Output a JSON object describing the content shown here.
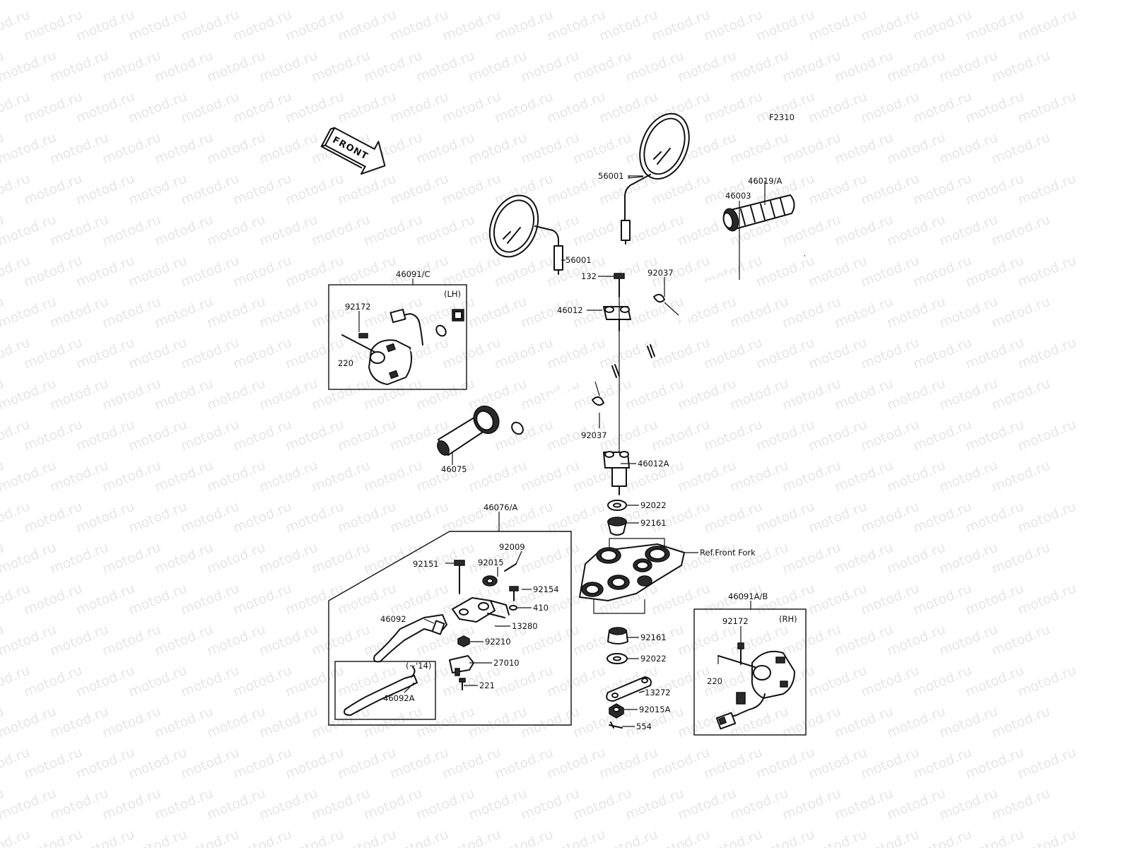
{
  "diagram_code": "F2310",
  "watermark": "motod.ru",
  "front_arrow_label": "FRONT",
  "ref_text": "Ref.Front Fork",
  "box_notes": {
    "lh": "(LH)",
    "rh": "(RH)",
    "year": "(~'14)"
  },
  "labels": [
    {
      "id": "56001-right",
      "text": "56001"
    },
    {
      "id": "56001-left",
      "text": "56001"
    },
    {
      "id": "46019-a",
      "text": "46019/A"
    },
    {
      "id": "46003",
      "text": "46003"
    },
    {
      "id": "132",
      "text": "132"
    },
    {
      "id": "92037-top",
      "text": "92037"
    },
    {
      "id": "46012",
      "text": "46012"
    },
    {
      "id": "92037-bottom",
      "text": "92037"
    },
    {
      "id": "46012a",
      "text": "46012A"
    },
    {
      "id": "46091-c",
      "text": "46091/C"
    },
    {
      "id": "92172-left",
      "text": "92172"
    },
    {
      "id": "220-left",
      "text": "220"
    },
    {
      "id": "46075",
      "text": "46075"
    },
    {
      "id": "92022-top",
      "text": "92022"
    },
    {
      "id": "92161-top",
      "text": "92161"
    },
    {
      "id": "46076-a",
      "text": "46076/A"
    },
    {
      "id": "92009",
      "text": "92009"
    },
    {
      "id": "92015",
      "text": "92015"
    },
    {
      "id": "92151",
      "text": "92151"
    },
    {
      "id": "92154",
      "text": "92154"
    },
    {
      "id": "410",
      "text": "410"
    },
    {
      "id": "46092",
      "text": "46092"
    },
    {
      "id": "13280",
      "text": "13280"
    },
    {
      "id": "92210",
      "text": "92210"
    },
    {
      "id": "27010",
      "text": "27010"
    },
    {
      "id": "221",
      "text": "221"
    },
    {
      "id": "46092a",
      "text": "46092A"
    },
    {
      "id": "92161-bottom",
      "text": "92161"
    },
    {
      "id": "92022-bottom",
      "text": "92022"
    },
    {
      "id": "13272",
      "text": "13272"
    },
    {
      "id": "92015a",
      "text": "92015A"
    },
    {
      "id": "554",
      "text": "554"
    },
    {
      "id": "46091a-b",
      "text": "46091A/B"
    },
    {
      "id": "92172-right",
      "text": "92172"
    },
    {
      "id": "220-right",
      "text": "220"
    }
  ]
}
